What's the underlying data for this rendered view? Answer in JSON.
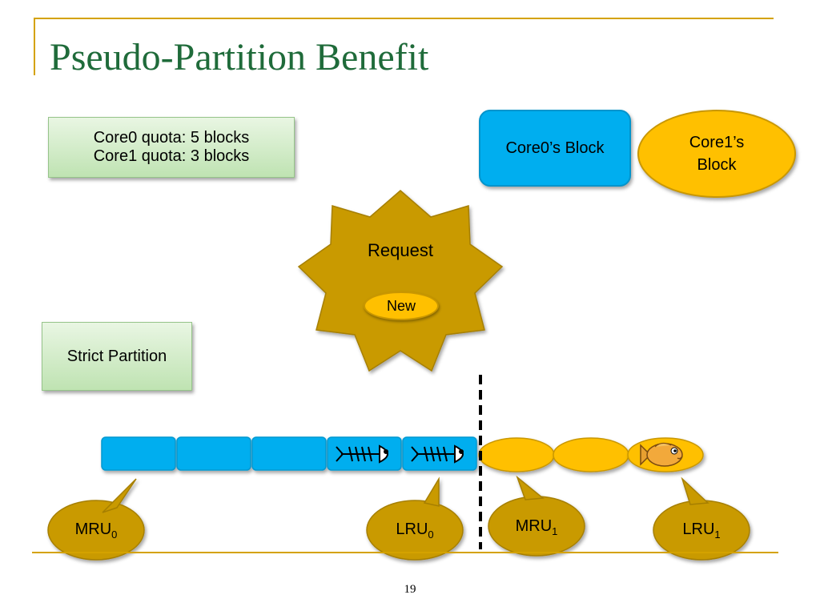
{
  "slide": {
    "title": "Pseudo-Partition Benefit",
    "page_number": "19"
  },
  "quota_box": {
    "line1": "Core0 quota: 5 blocks",
    "line2": "Core1 quota: 3 blocks"
  },
  "legend": {
    "core0_label": "Core0’s Block",
    "core1_line1": "Core1’s",
    "core1_line2": "Block"
  },
  "request": {
    "label": "Request",
    "new_label": "New"
  },
  "strict_partition_label": "Strict Partition",
  "cache_blocks": {
    "core0_blocks": [
      {
        "owner": "core0",
        "icon": ""
      },
      {
        "owner": "core0",
        "icon": ""
      },
      {
        "owner": "core0",
        "icon": ""
      },
      {
        "owner": "core0",
        "icon": "fish-bones-icon"
      },
      {
        "owner": "core0",
        "icon": "fish-bones-icon"
      }
    ],
    "core1_blocks": [
      {
        "owner": "core1",
        "icon": ""
      },
      {
        "owner": "core1",
        "icon": ""
      },
      {
        "owner": "core1",
        "icon": "goldfish-icon"
      }
    ]
  },
  "pointers": {
    "mru0": {
      "text": "MRU",
      "sub": "0"
    },
    "lru0": {
      "text": "LRU",
      "sub": "0"
    },
    "mru1": {
      "text": "MRU",
      "sub": "1"
    },
    "lru1": {
      "text": "LRU",
      "sub": "1"
    }
  },
  "colors": {
    "title": "#1f6b3a",
    "accent_line": "#d4a200",
    "core0_block": "#00aeef",
    "core1_block": "#ffc000",
    "request_star": "#c99a00",
    "pointer_bubble": "#c99a00",
    "green_box": "#c6e6b8"
  }
}
